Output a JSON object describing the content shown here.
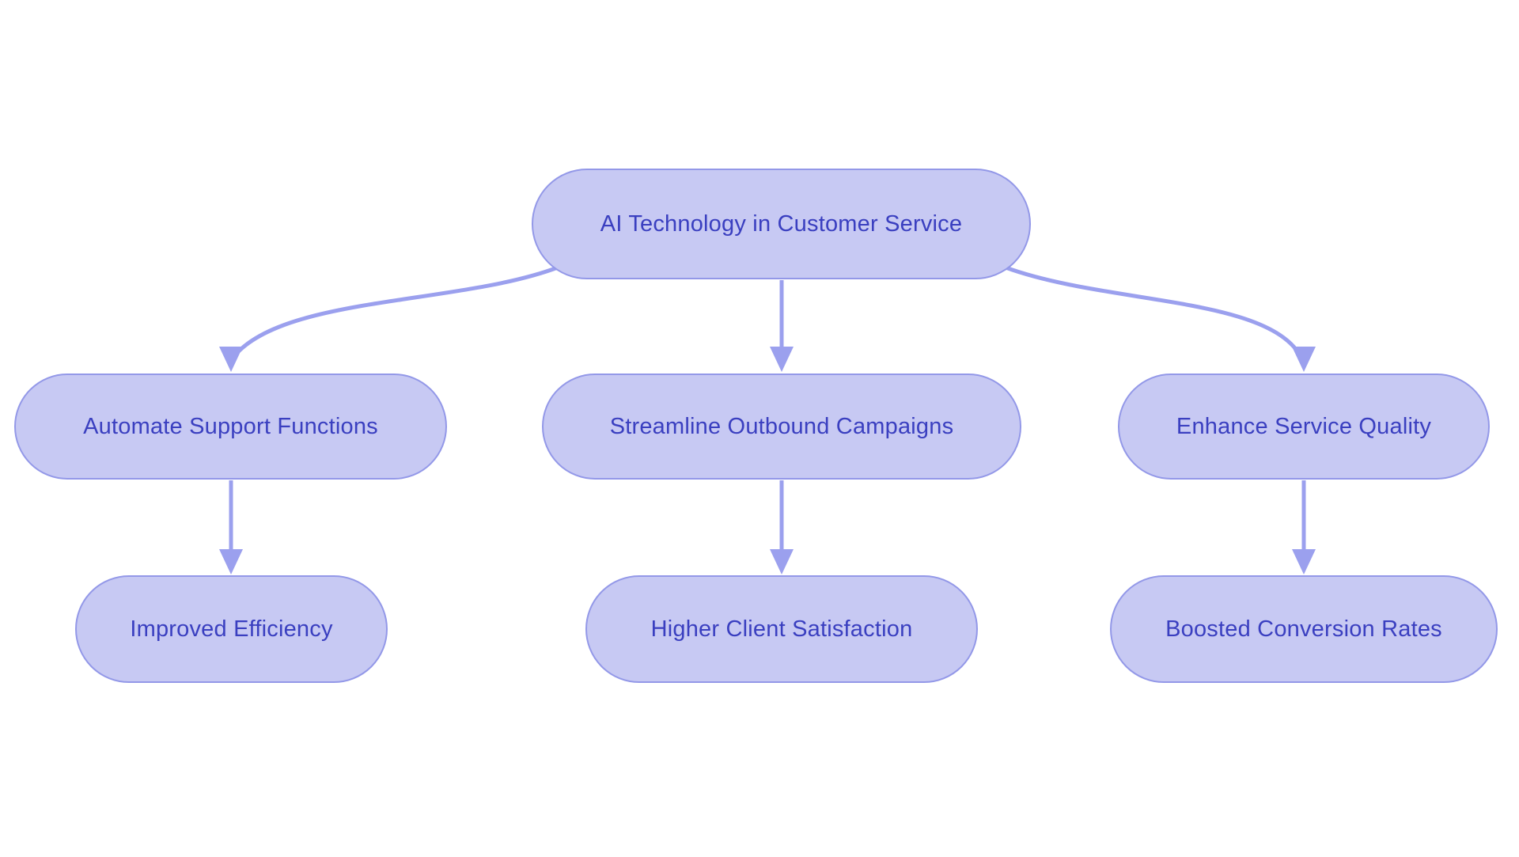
{
  "diagram": {
    "type": "flowchart",
    "direction": "top-down",
    "theme": {
      "node_fill": "#c7c9f3",
      "node_border": "#9398e8",
      "node_text": "#3a3fc0",
      "edge_color": "#9ba0ee",
      "background": "#ffffff"
    },
    "nodes": [
      {
        "id": "root",
        "label": "AI Technology in Customer Service",
        "row": 0
      },
      {
        "id": "automate",
        "label": "Automate Support Functions",
        "row": 1
      },
      {
        "id": "streamline",
        "label": "Streamline Outbound Campaigns",
        "row": 1
      },
      {
        "id": "enhance",
        "label": "Enhance Service Quality",
        "row": 1
      },
      {
        "id": "efficiency",
        "label": "Improved Efficiency",
        "row": 2
      },
      {
        "id": "satisfaction",
        "label": "Higher Client Satisfaction",
        "row": 2
      },
      {
        "id": "conversion",
        "label": "Boosted Conversion Rates",
        "row": 2
      }
    ],
    "edges": [
      {
        "from": "root",
        "to": "automate"
      },
      {
        "from": "root",
        "to": "streamline"
      },
      {
        "from": "root",
        "to": "enhance"
      },
      {
        "from": "automate",
        "to": "efficiency"
      },
      {
        "from": "streamline",
        "to": "satisfaction"
      },
      {
        "from": "enhance",
        "to": "conversion"
      }
    ]
  }
}
